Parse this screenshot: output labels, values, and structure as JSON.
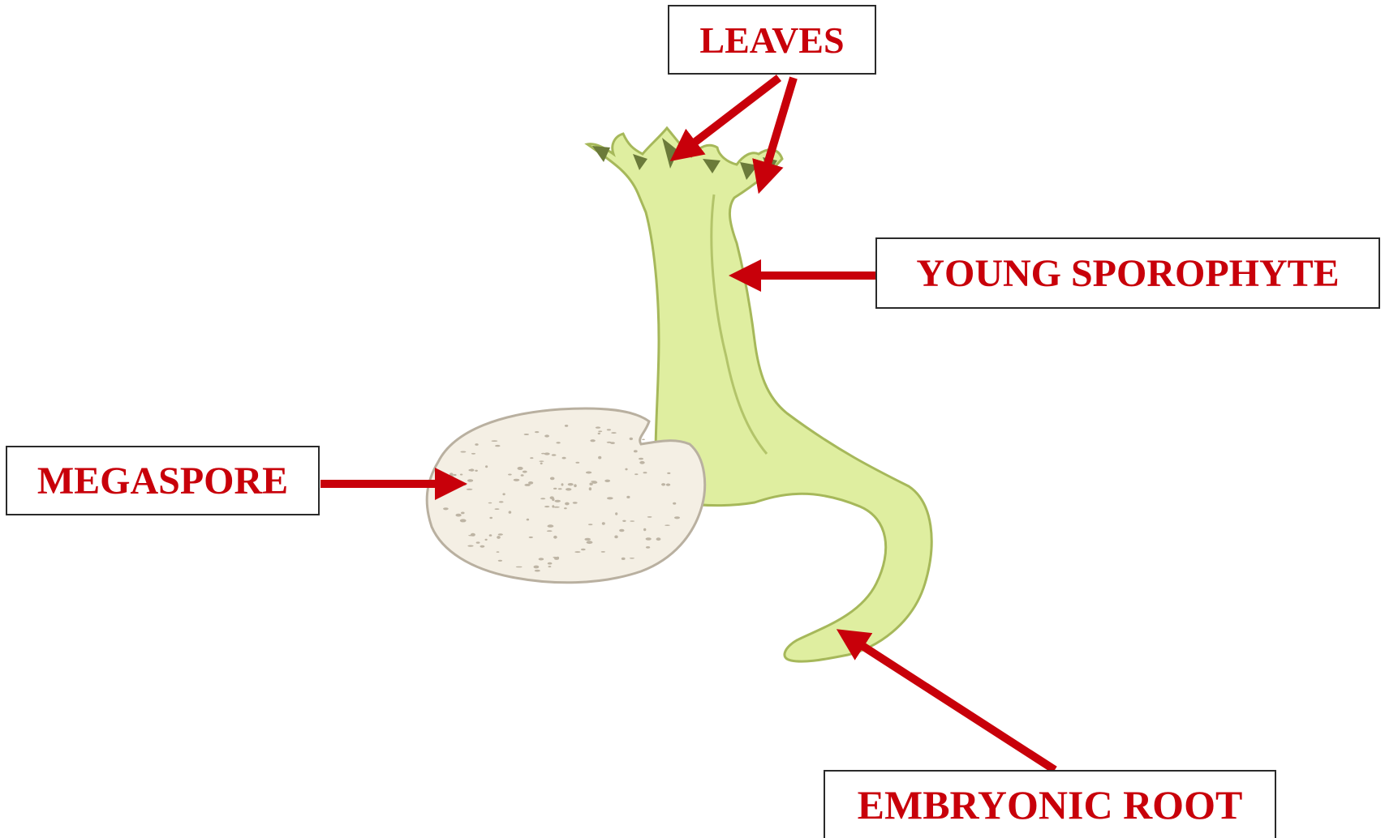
{
  "colors": {
    "label_text": "#c8000a",
    "arrow": "#c8000a",
    "box_border": "#2a2a2a",
    "sporophyte_fill": "#dfeea0",
    "sporophyte_outline": "#a6b85a",
    "megaspore_fill": "#f4efe4",
    "megaspore_outline": "#b9b0a0"
  },
  "labels": {
    "leaves": "LEAVES",
    "young_sporophyte": "YOUNG SPOROPHYTE",
    "megaspore": "MEGASPORE",
    "embryonic_root": "EMBRYONIC ROOT"
  }
}
